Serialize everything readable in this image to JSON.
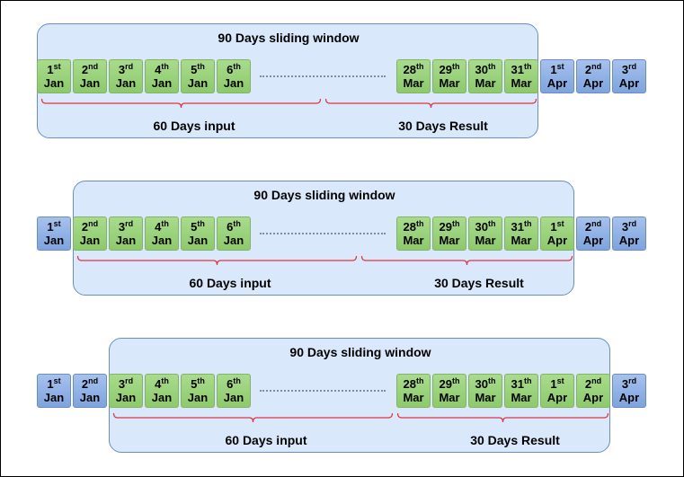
{
  "rows": [
    {
      "title": "90 Days sliding window",
      "left_blue": [],
      "green_left": [
        [
          "1",
          "st",
          "Jan"
        ],
        [
          "2",
          "nd",
          "Jan"
        ],
        [
          "3",
          "rd",
          "Jan"
        ],
        [
          "4",
          "th",
          "Jan"
        ],
        [
          "5",
          "th",
          "Jan"
        ],
        [
          "6",
          "th",
          "Jan"
        ]
      ],
      "green_right": [
        [
          "28",
          "th",
          "Mar"
        ],
        [
          "29",
          "th",
          "Mar"
        ],
        [
          "30",
          "th",
          "Mar"
        ],
        [
          "31",
          "th",
          "Mar"
        ]
      ],
      "right_blue": [
        [
          "1",
          "st",
          "Apr"
        ],
        [
          "2",
          "nd",
          "Apr"
        ],
        [
          "3",
          "rd",
          "Apr"
        ]
      ],
      "input_label": "60 Days input",
      "result_label": "30 Days Result"
    },
    {
      "title": "90 Days sliding window",
      "left_blue": [
        [
          "1",
          "st",
          "Jan"
        ]
      ],
      "green_left": [
        [
          "2",
          "nd",
          "Jan"
        ],
        [
          "3",
          "rd",
          "Jan"
        ],
        [
          "4",
          "th",
          "Jan"
        ],
        [
          "5",
          "th",
          "Jan"
        ],
        [
          "6",
          "th",
          "Jan"
        ]
      ],
      "green_right": [
        [
          "28",
          "th",
          "Mar"
        ],
        [
          "29",
          "th",
          "Mar"
        ],
        [
          "30",
          "th",
          "Mar"
        ],
        [
          "31",
          "th",
          "Mar"
        ],
        [
          "1",
          "st",
          "Apr"
        ]
      ],
      "right_blue": [
        [
          "2",
          "nd",
          "Apr"
        ],
        [
          "3",
          "rd",
          "Apr"
        ]
      ],
      "input_label": "60 Days input",
      "result_label": "30 Days Result"
    },
    {
      "title": "90 Days sliding window",
      "left_blue": [
        [
          "1",
          "st",
          "Jan"
        ],
        [
          "2",
          "nd",
          "Jan"
        ]
      ],
      "green_left": [
        [
          "3",
          "rd",
          "Jan"
        ],
        [
          "4",
          "th",
          "Jan"
        ],
        [
          "5",
          "th",
          "Jan"
        ],
        [
          "6",
          "th",
          "Jan"
        ]
      ],
      "green_right": [
        [
          "28",
          "th",
          "Mar"
        ],
        [
          "29",
          "th",
          "Mar"
        ],
        [
          "30",
          "th",
          "Mar"
        ],
        [
          "31",
          "th",
          "Mar"
        ],
        [
          "1",
          "st",
          "Apr"
        ],
        [
          "2",
          "nd",
          "Apr"
        ]
      ],
      "right_blue": [
        [
          "3",
          "rd",
          "Apr"
        ]
      ],
      "input_label": "60 Days input",
      "result_label": "30 Days Result"
    }
  ],
  "colors": {
    "window_fill": "#dae8fc",
    "window_border": "#6c8ebf",
    "green_day": "#98d178",
    "blue_day": "#8eb0e6",
    "brace": "#e0343f"
  }
}
